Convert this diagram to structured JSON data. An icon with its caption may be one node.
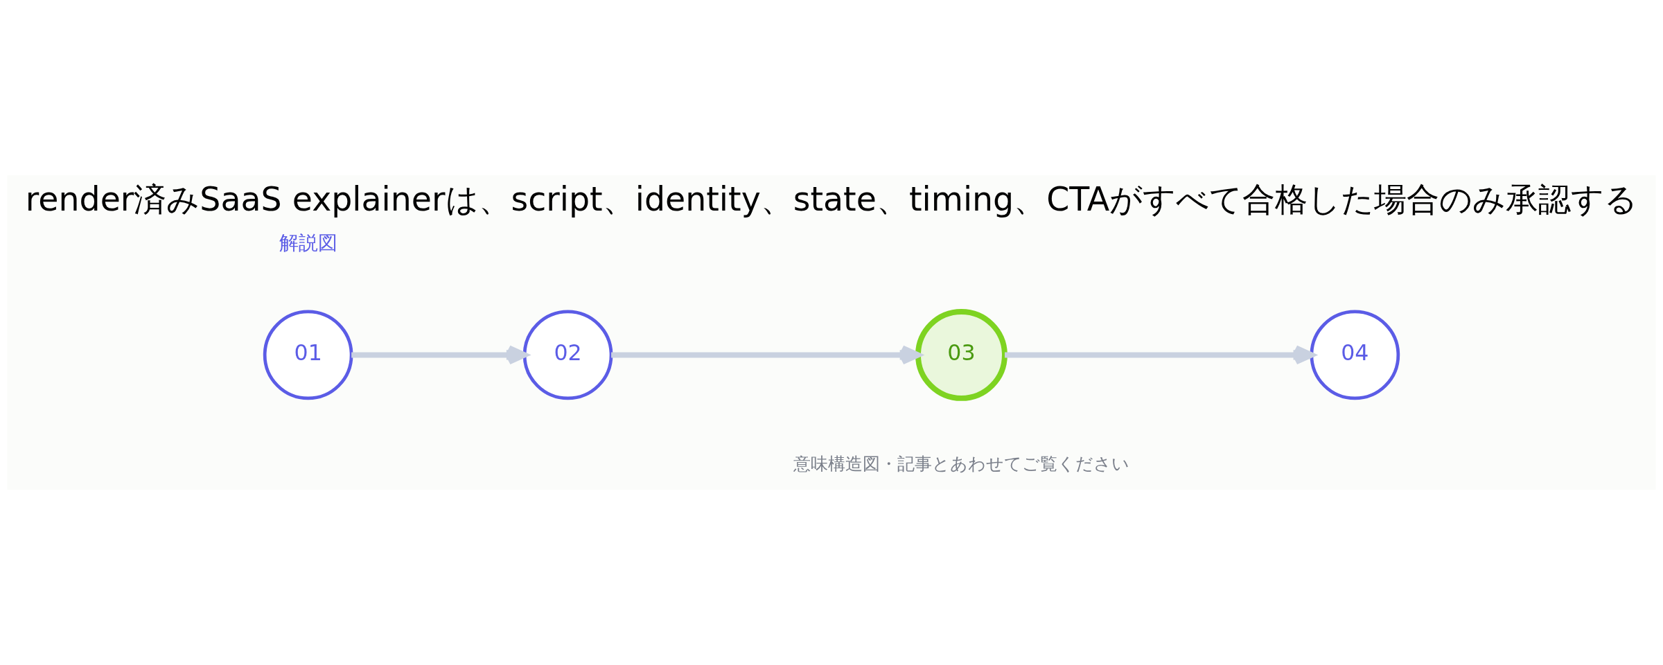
{
  "diagram": {
    "title": "render済みSaaS explainerは、script、identity、state、timing、CTAがすべて合格した場合のみ承認する",
    "caption": "意味構造図・記事とあわせてご覧ください",
    "nodes": [
      {
        "text": [
          "01"
        ]
      },
      {
        "text": [
          "02"
        ]
      },
      {
        "text": [
          "03"
        ]
      },
      {
        "text": [
          "04"
        ]
      }
    ],
    "edges": [
      {
        "from": 0,
        "to": 1,
        "arrow": "to"
      },
      {
        "from": 1,
        "to": 2,
        "arrow": "to"
      },
      {
        "from": 2,
        "to": 3,
        "arrow": "to"
      }
    ],
    "labels": [
      "解説図"
    ]
  }
}
